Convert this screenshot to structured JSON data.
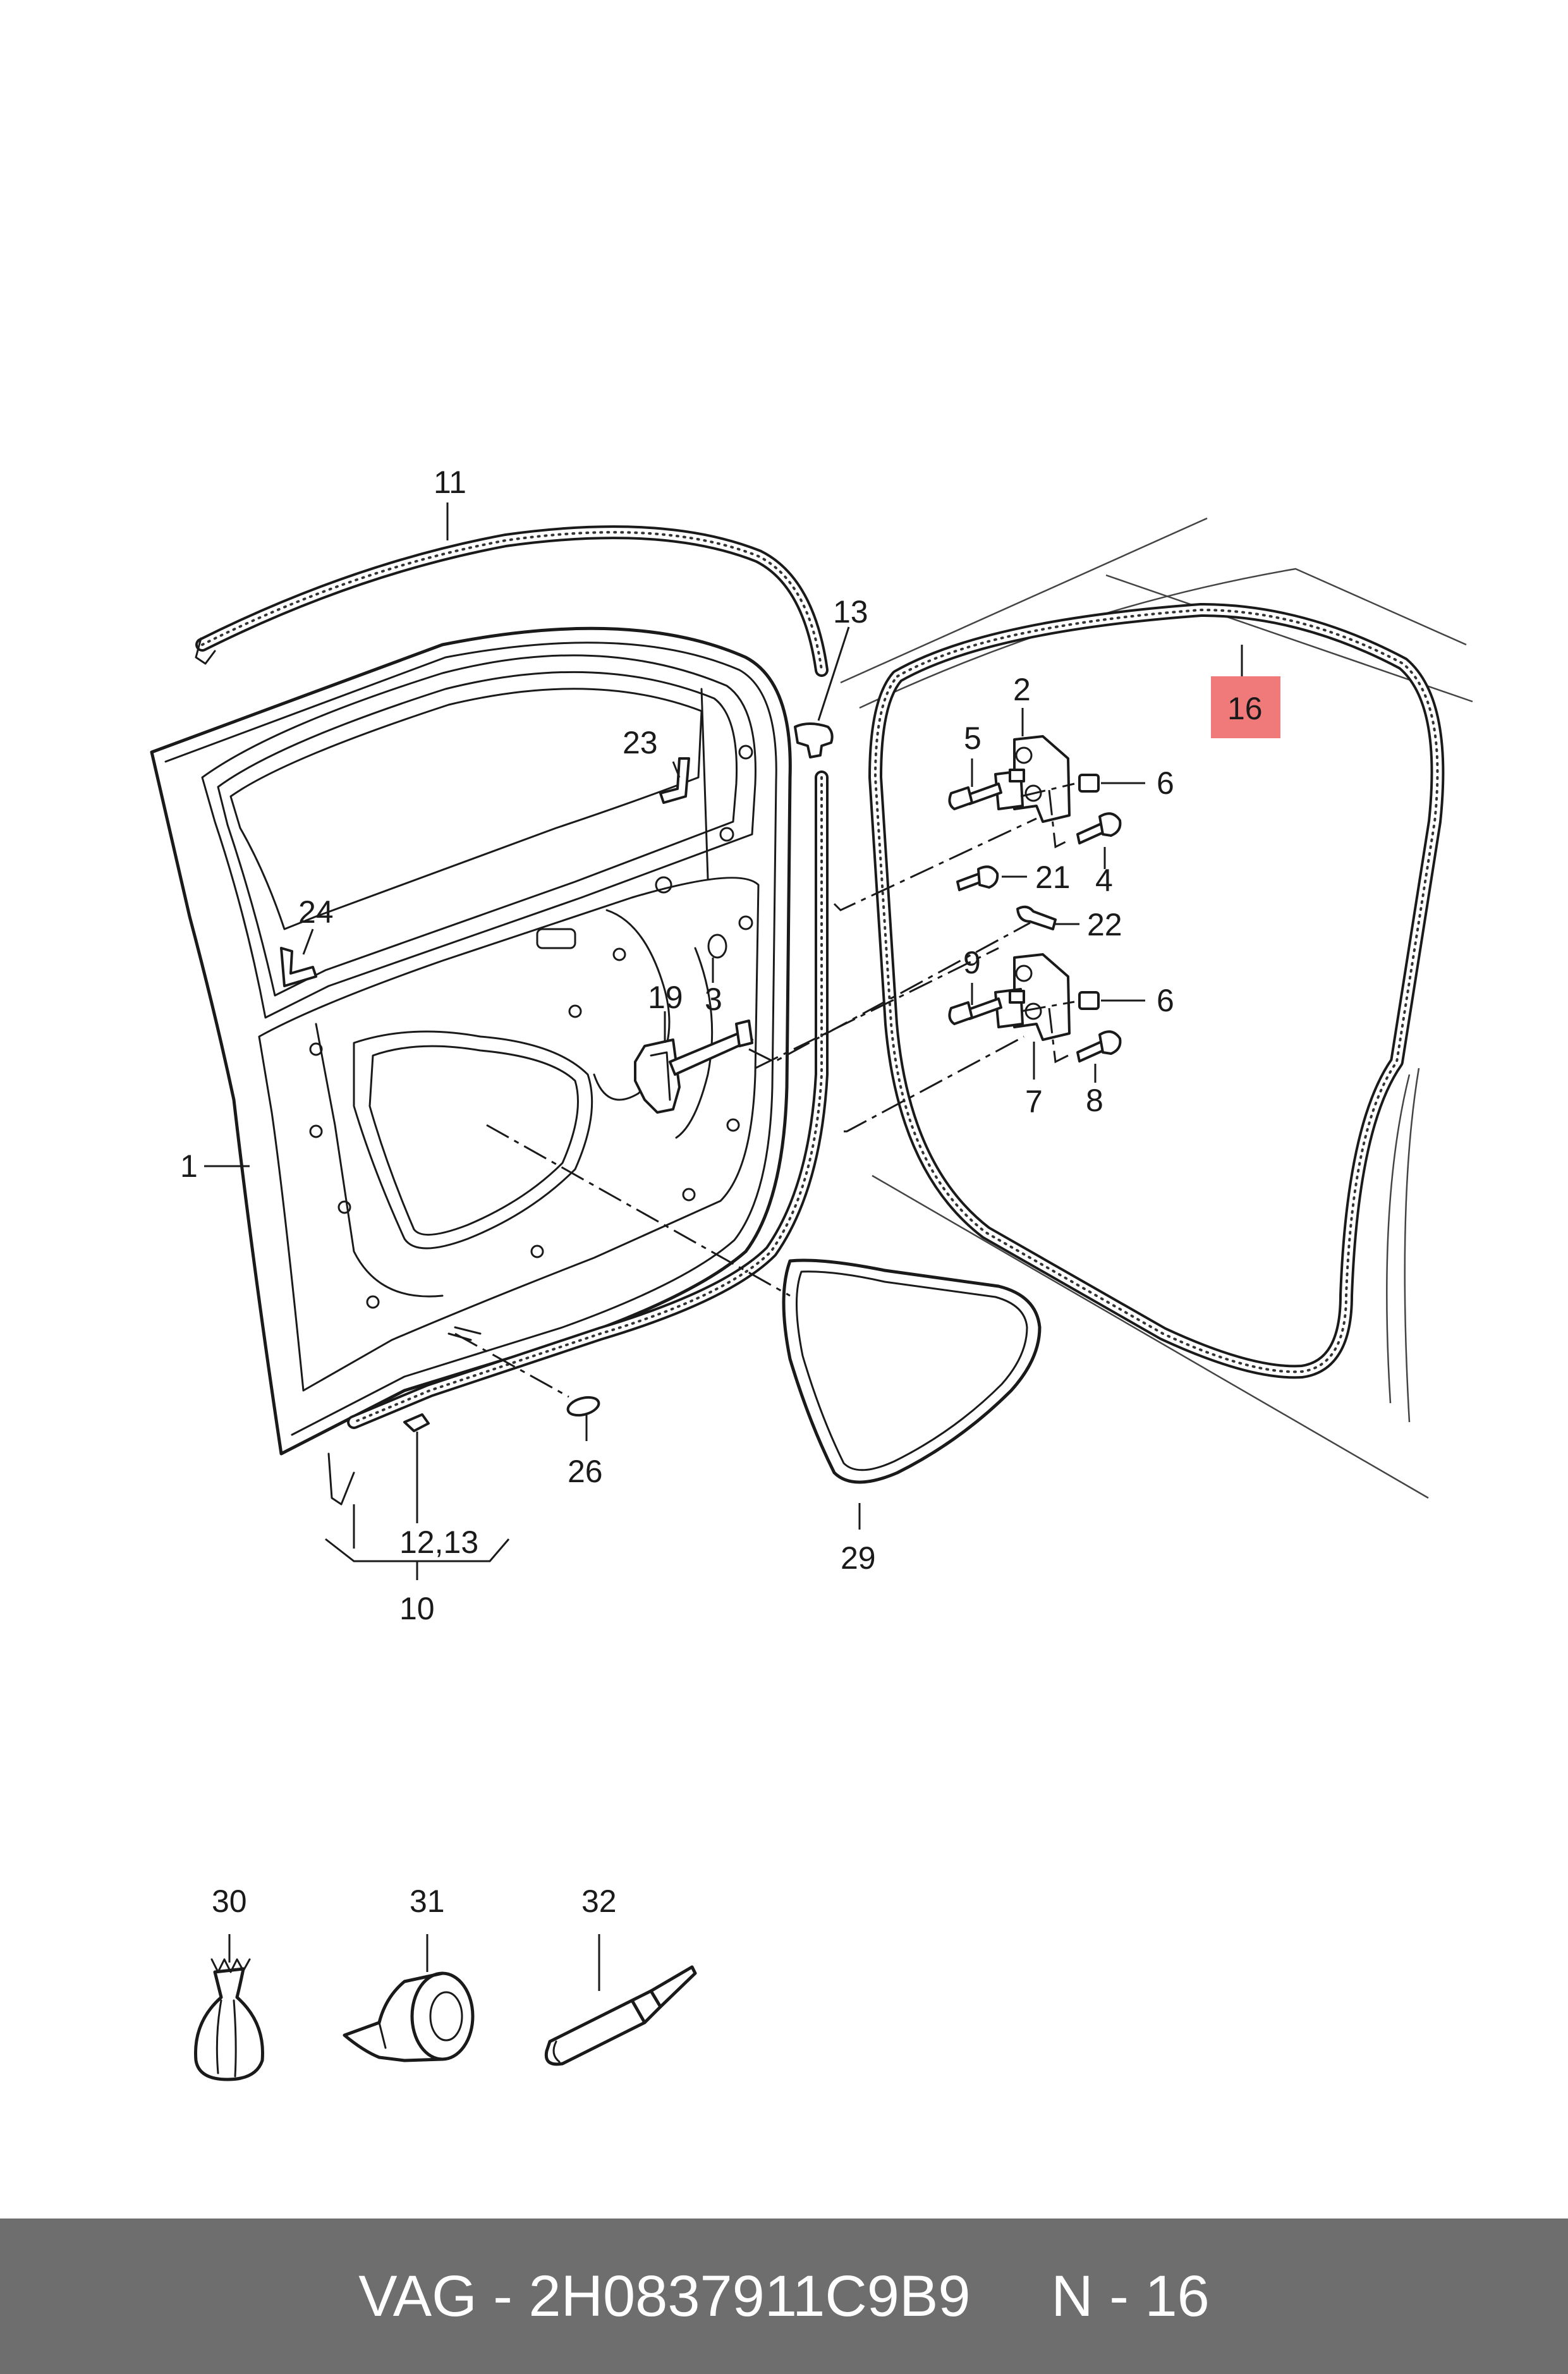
{
  "callouts": {
    "c1": "1",
    "c2": "2",
    "c3": "3",
    "c4": "4",
    "c5": "5",
    "c6a": "6",
    "c6b": "6",
    "c7": "7",
    "c8": "8",
    "c9": "9",
    "c10": "10",
    "c11": "11",
    "c12_13": "12,13",
    "c13": "13",
    "c16": "16",
    "c19": "19",
    "c21": "21",
    "c22": "22",
    "c23": "23",
    "c24": "24",
    "c26": "26",
    "c29": "29",
    "c30": "30",
    "c31": "31",
    "c32": "32"
  },
  "highlight_color": "#f07a7a",
  "footer": {
    "text": "VAG - 2H0837911C9B9     N - 16"
  }
}
